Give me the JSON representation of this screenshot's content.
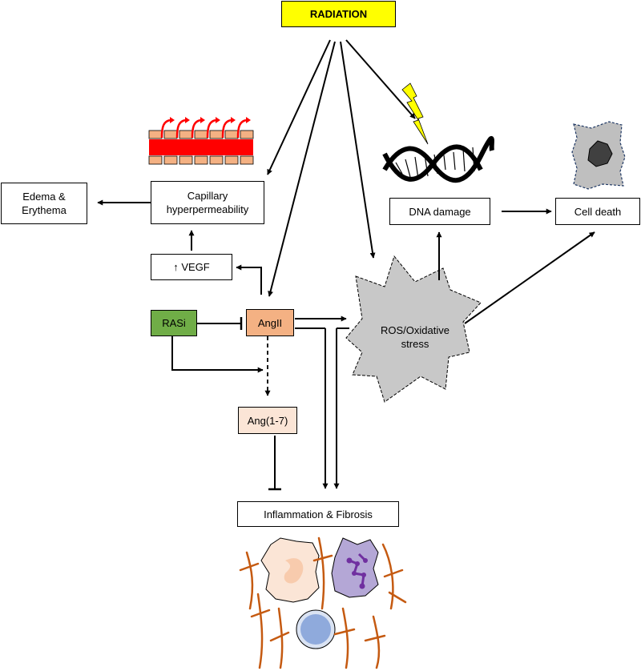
{
  "nodes": {
    "radiation": "RADIATION",
    "edema_erythema": "Edema &\nErythema",
    "capillary_hyperpermeability": "Capillary\nhyperpermeability",
    "vegf": "↑ VEGF",
    "rasi": "RASi",
    "angii": "AngII",
    "ang17": "Ang(1-7)",
    "ros": "ROS/Oxidative\nstress",
    "dna_damage": "DNA damage",
    "cell_death": "Cell death",
    "inflammation_fibrosis": "Inflammation & Fibrosis"
  },
  "colors": {
    "radiation_fill": "#ffff00",
    "rasi_fill": "#70ad47",
    "angii_fill": "#f4b183",
    "ang17_fill": "#fbe5d6",
    "ros_fill": "#c8c8c8",
    "vessel_red": "#ff0000",
    "vessel_wall": "#f4b183",
    "fibrin": "#c55a11",
    "lightning": "#ffff00"
  },
  "icons": {
    "vessel": "blood-vessel-icon",
    "dna": "dna-helix-icon",
    "lightning": "lightning-bolt-icon",
    "dead_cell": "dead-cell-icon",
    "inflammatory_cells": "inflammatory-cells-icon"
  }
}
